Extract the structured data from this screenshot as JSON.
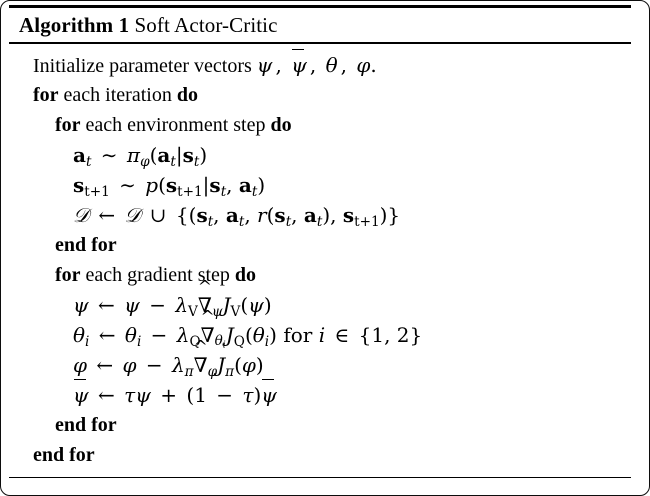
{
  "document": {
    "kind": "algorithm-float",
    "background_color": "#ffffff",
    "text_color": "#000000"
  },
  "caption": {
    "label": "Algorithm 1",
    "title": "Soft Actor-Critic"
  },
  "algorithm": {
    "lines": [
      {
        "indent": 1,
        "kind": "statement",
        "text": "Initialize parameter vectors ψ, ψ̄, θ, φ."
      },
      {
        "indent": 1,
        "kind": "for",
        "text": "for each iteration do"
      },
      {
        "indent": 2,
        "kind": "for",
        "text": "for each environment step do"
      },
      {
        "indent": 3,
        "kind": "math",
        "text": "a_t ∼ π_φ(a_t|s_t)"
      },
      {
        "indent": 3,
        "kind": "math",
        "text": "s_{t+1} ∼ p(s_{t+1}|s_t, a_t)"
      },
      {
        "indent": 3,
        "kind": "math",
        "text": "D ← D ∪ {(s_t, a_t, r(s_t, a_t), s_{t+1})}"
      },
      {
        "indent": 2,
        "kind": "end",
        "text": "end for"
      },
      {
        "indent": 2,
        "kind": "for",
        "text": "for each gradient step do"
      },
      {
        "indent": 3,
        "kind": "math",
        "text": "ψ ← ψ − λ_V ∇̂_ψ J_V(ψ)"
      },
      {
        "indent": 3,
        "kind": "math",
        "text": "θ_i ← θ_i − λ_Q ∇̂_{θ_i} J_Q(θ_i) for i ∈ {1, 2}"
      },
      {
        "indent": 3,
        "kind": "math",
        "text": "φ ← φ − λ_π ∇̂_φ J_π(φ)"
      },
      {
        "indent": 3,
        "kind": "math",
        "text": "ψ̄ ← τψ + (1 − τ)ψ̄"
      },
      {
        "indent": 2,
        "kind": "end",
        "text": "end for"
      },
      {
        "indent": 1,
        "kind": "end",
        "text": "end for"
      }
    ],
    "keywords": {
      "for": "for",
      "do": "do",
      "end_for": "end for"
    },
    "line_1_prefix": "Initialize parameter vectors ",
    "line_2_text": "each iteration",
    "line_3_text": "each environment step",
    "line_8_text": "each gradient step",
    "line_10_suffix_for": "for",
    "line_10_membership": "i ∈ {1, 2}"
  }
}
